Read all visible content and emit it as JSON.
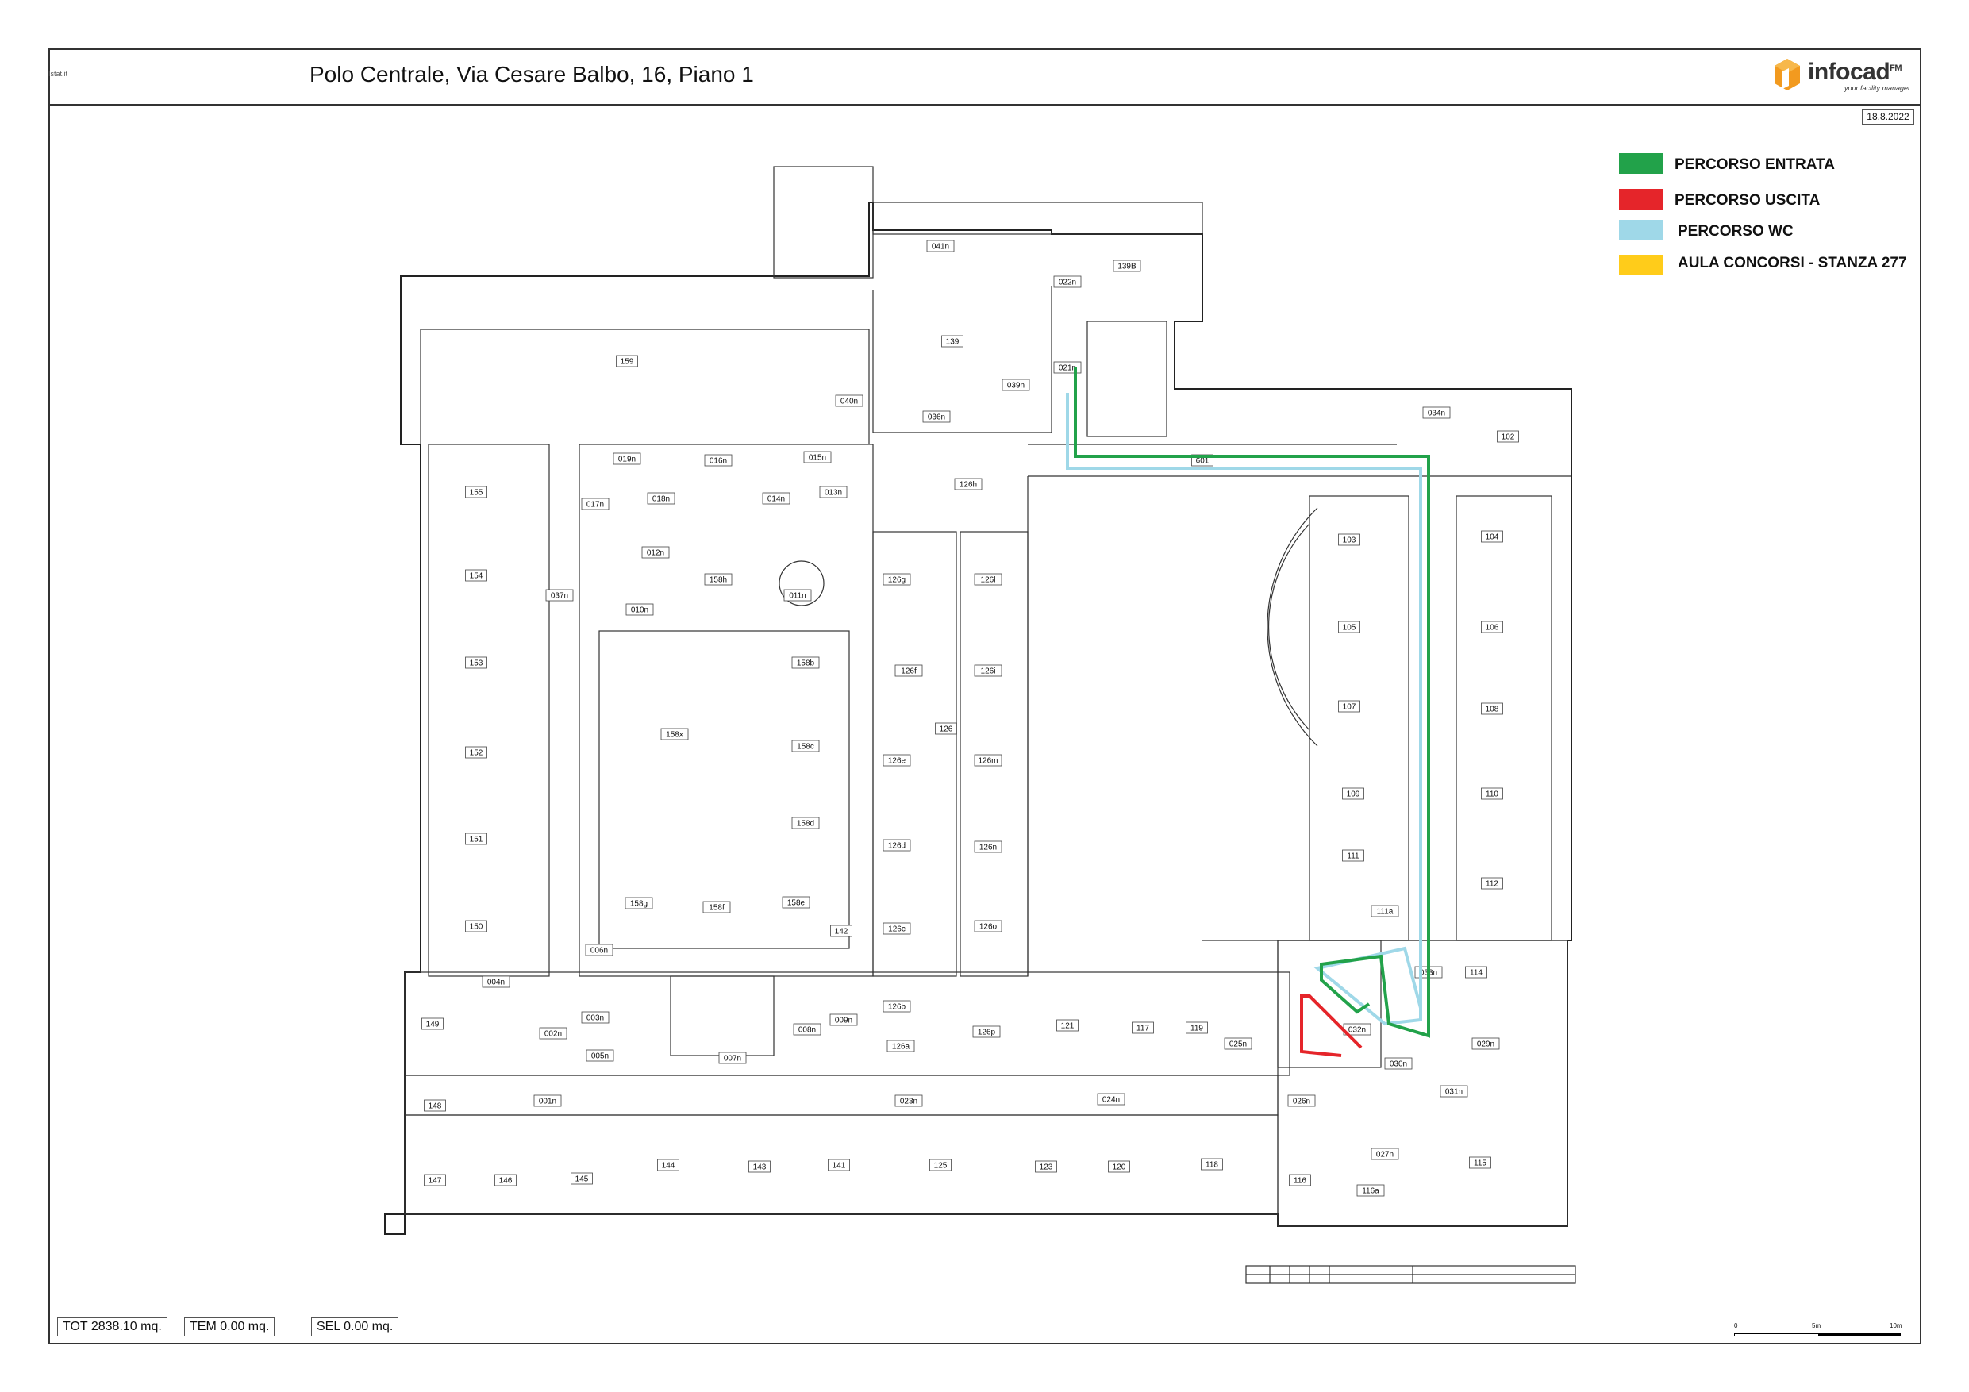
{
  "header": {
    "title": "Polo Centrale, Via Cesare Balbo, 16, Piano 1",
    "small_link": "Istat.it",
    "logo_brand": "infocad",
    "logo_sup": "FM",
    "logo_tagline": "your facility manager",
    "date": "18.8.2022"
  },
  "legend": [
    {
      "label": "PERCORSO ENTRATA",
      "color": "#22a24a"
    },
    {
      "label": "PERCORSO USCITA",
      "color": "#e5252a"
    },
    {
      "label": "PERCORSO WC",
      "color": "#9fd8e8"
    },
    {
      "label": "AULA CONCORSI - STANZA  277",
      "color": "#ffcc1a"
    }
  ],
  "footer": {
    "tot": "TOT 2838.10 mq.",
    "tem": "TEM 0.00 mq.",
    "sel": "SEL 0.00 mq.",
    "scale_labels": [
      "0",
      "5m",
      "10m"
    ]
  },
  "rooms": [
    "159",
    "041n",
    "139B",
    "022n",
    "139",
    "021n",
    "039n",
    "040n",
    "036n",
    "034n",
    "102",
    "155",
    "019n",
    "016n",
    "015n",
    "017n",
    "018n",
    "014n",
    "013n",
    "126h",
    "601",
    "154",
    "012n",
    "158h",
    "011n",
    "037n",
    "010n",
    "126g",
    "126l",
    "103",
    "104",
    "153",
    "158b",
    "126f",
    "126i",
    "105",
    "106",
    "152",
    "158x",
    "158c",
    "126",
    "126e",
    "126m",
    "107",
    "108",
    "151",
    "158d",
    "126d",
    "126n",
    "109",
    "110",
    "111",
    "112",
    "150",
    "158g",
    "158f",
    "158e",
    "142",
    "126c",
    "126o",
    "111a",
    "006n",
    "004n",
    "033n",
    "114",
    "149",
    "002n",
    "003n",
    "008n",
    "009n",
    "126b",
    "126p",
    "121",
    "117",
    "119",
    "025n",
    "032n",
    "005n",
    "126a",
    "007n",
    "030n",
    "029n",
    "148",
    "001n",
    "023n",
    "024n",
    "026n",
    "031n",
    "027n",
    "115",
    "147",
    "146",
    "145",
    "144",
    "143",
    "141",
    "125",
    "123",
    "120",
    "118",
    "116",
    "116a"
  ]
}
